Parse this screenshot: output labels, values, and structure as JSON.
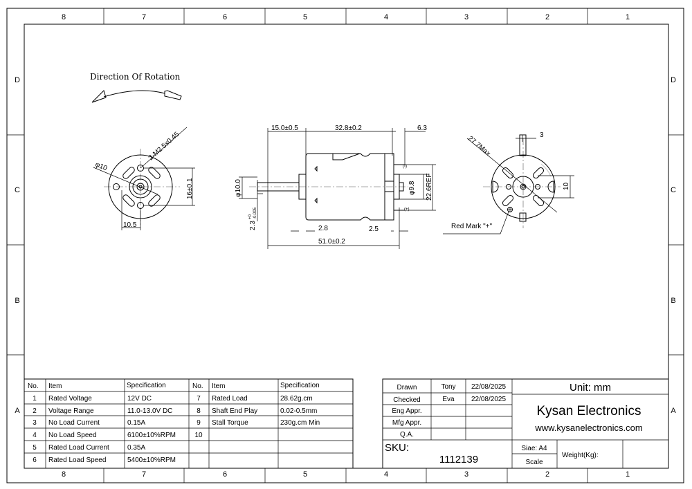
{
  "border": {
    "columns": [
      "8",
      "7",
      "6",
      "5",
      "4",
      "3",
      "2",
      "1"
    ],
    "rows": [
      "D",
      "C",
      "B",
      "A"
    ]
  },
  "drawing": {
    "rotation_label": "Direction Of Rotation",
    "front_view": {
      "thread": "2-M2.5x0.45",
      "boss_dia": "φ10",
      "hole_spacing": "16±0.1",
      "hole_offset": "10.5"
    },
    "side_view": {
      "shaft_length": "15.0±0.5",
      "body_length": "32.8±0.2",
      "terminal_length": "6.3",
      "shaft_boss_dia": "φ10.0",
      "shaft_dia": "2.3",
      "shaft_tol_upper": "+0",
      "shaft_tol_lower": "-0.005",
      "flange": "2.8",
      "rear_boss": "2.5",
      "total_length": "51.0±0.2",
      "rear_boss_dia": "φ9.8",
      "terminal_span": "22.6REF",
      "neg_mark": "(-)",
      "pos_mark": "(+)"
    },
    "rear_view": {
      "max_dia": "27.7Max",
      "terminal_width": "3",
      "slot_spacing": "10",
      "red_mark": "Red Mark \"+\""
    }
  },
  "spec_table": {
    "headers": [
      "No.",
      "Item",
      "Specification",
      "No.",
      "Item",
      "Specification"
    ],
    "left": [
      {
        "no": "1",
        "item": "Rated Voltage",
        "spec": "12V DC"
      },
      {
        "no": "2",
        "item": "Voltage Range",
        "spec": "11.0-13.0V DC"
      },
      {
        "no": "3",
        "item": "No Load Current",
        "spec": "0.15A"
      },
      {
        "no": "4",
        "item": "No Load Speed",
        "spec": "6100±10%RPM"
      },
      {
        "no": "5",
        "item": "Rated Load Current",
        "spec": "0.35A"
      },
      {
        "no": "6",
        "item": "Rated Load Speed",
        "spec": "5400±10%RPM"
      }
    ],
    "right": [
      {
        "no": "7",
        "item": "Rated Load",
        "spec": "28.62g.cm"
      },
      {
        "no": "8",
        "item": "Shaft End Play",
        "spec": "0.02-0.5mm"
      },
      {
        "no": "9",
        "item": "Stall Torque",
        "spec": "230g.cm Min"
      },
      {
        "no": "10",
        "item": "",
        "spec": ""
      }
    ]
  },
  "title_block": {
    "drawn_label": "Drawn",
    "drawn_by": "Tony",
    "drawn_date": "22/08/2025",
    "checked_label": "Checked",
    "checked_by": "Eva",
    "checked_date": "22/08/2025",
    "eng_label": "Eng Appr.",
    "mfg_label": "Mfg Appr.",
    "qa_label": "Q.A.",
    "unit": "Unit: mm",
    "company": "Kysan Electronics",
    "website": "www.kysanelectronics.com",
    "sku_label": "SKU:",
    "sku": "1112139",
    "size": "Siae: A4",
    "scale_label": "Scale",
    "weight_label": "Weight(Kg):"
  }
}
